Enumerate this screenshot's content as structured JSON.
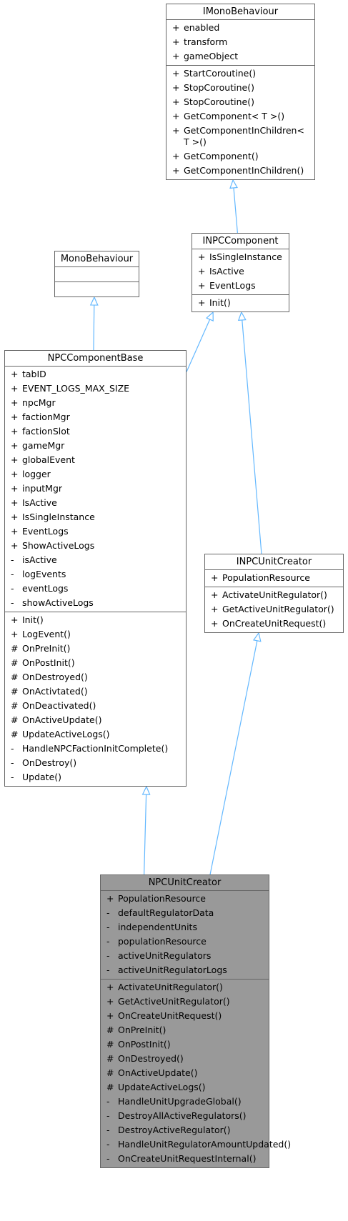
{
  "classes": [
    {
      "id": "imonobehaviour",
      "name": "IMonoBehaviour",
      "attributes": [
        {
          "vis": "+",
          "name": "enabled"
        },
        {
          "vis": "+",
          "name": "transform"
        },
        {
          "vis": "+",
          "name": "gameObject"
        }
      ],
      "methods": [
        {
          "vis": "+",
          "name": "StartCoroutine()"
        },
        {
          "vis": "+",
          "name": "StopCoroutine()"
        },
        {
          "vis": "+",
          "name": "StopCoroutine()"
        },
        {
          "vis": "+",
          "name": "GetComponent< T >()"
        },
        {
          "vis": "+",
          "name": "GetComponentInChildren< T >()"
        },
        {
          "vis": "+",
          "name": "GetComponent()"
        },
        {
          "vis": "+",
          "name": "GetComponentInChildren()"
        }
      ]
    },
    {
      "id": "inpccomponent",
      "name": "INPCComponent",
      "attributes": [
        {
          "vis": "+",
          "name": "IsSingleInstance"
        },
        {
          "vis": "+",
          "name": "IsActive"
        },
        {
          "vis": "+",
          "name": "EventLogs"
        }
      ],
      "methods": [
        {
          "vis": "+",
          "name": "Init()"
        }
      ]
    },
    {
      "id": "monobehaviour",
      "name": "MonoBehaviour",
      "attributes": [],
      "methods": []
    },
    {
      "id": "npccomponentbase",
      "name": "NPCComponentBase",
      "attributes": [
        {
          "vis": "+",
          "name": "tabID"
        },
        {
          "vis": "+",
          "name": "EVENT_LOGS_MAX_SIZE"
        },
        {
          "vis": "+",
          "name": "npcMgr"
        },
        {
          "vis": "+",
          "name": "factionMgr"
        },
        {
          "vis": "+",
          "name": "factionSlot"
        },
        {
          "vis": "+",
          "name": "gameMgr"
        },
        {
          "vis": "+",
          "name": "globalEvent"
        },
        {
          "vis": "+",
          "name": "logger"
        },
        {
          "vis": "+",
          "name": "inputMgr"
        },
        {
          "vis": "+",
          "name": "IsActive"
        },
        {
          "vis": "+",
          "name": "IsSingleInstance"
        },
        {
          "vis": "+",
          "name": "EventLogs"
        },
        {
          "vis": "+",
          "name": "ShowActiveLogs"
        },
        {
          "vis": "-",
          "name": "isActive"
        },
        {
          "vis": "-",
          "name": "logEvents"
        },
        {
          "vis": "-",
          "name": "eventLogs"
        },
        {
          "vis": "-",
          "name": "showActiveLogs"
        }
      ],
      "methods": [
        {
          "vis": "+",
          "name": "Init()"
        },
        {
          "vis": "+",
          "name": "LogEvent()"
        },
        {
          "vis": "#",
          "name": "OnPreInit()"
        },
        {
          "vis": "#",
          "name": "OnPostInit()"
        },
        {
          "vis": "#",
          "name": "OnDestroyed()"
        },
        {
          "vis": "#",
          "name": "OnActivtated()"
        },
        {
          "vis": "#",
          "name": "OnDeactivated()"
        },
        {
          "vis": "#",
          "name": "OnActiveUpdate()"
        },
        {
          "vis": "#",
          "name": "UpdateActiveLogs()"
        },
        {
          "vis": "-",
          "name": "HandleNPCFactionInitComplete()"
        },
        {
          "vis": "-",
          "name": "OnDestroy()"
        },
        {
          "vis": "-",
          "name": "Update()"
        }
      ]
    },
    {
      "id": "inpcunitcreator",
      "name": "INPCUnitCreator",
      "attributes": [
        {
          "vis": "+",
          "name": "PopulationResource"
        }
      ],
      "methods": [
        {
          "vis": "+",
          "name": "ActivateUnitRegulator()"
        },
        {
          "vis": "+",
          "name": "GetActiveUnitRegulator()"
        },
        {
          "vis": "+",
          "name": "OnCreateUnitRequest()"
        }
      ]
    },
    {
      "id": "npcunitcreator",
      "name": "NPCUnitCreator",
      "attributes": [
        {
          "vis": "+",
          "name": "PopulationResource"
        },
        {
          "vis": "-",
          "name": "defaultRegulatorData"
        },
        {
          "vis": "-",
          "name": "independentUnits"
        },
        {
          "vis": "-",
          "name": "populationResource"
        },
        {
          "vis": "-",
          "name": "activeUnitRegulators"
        },
        {
          "vis": "-",
          "name": "activeUnitRegulatorLogs"
        }
      ],
      "methods": [
        {
          "vis": "+",
          "name": "ActivateUnitRegulator()"
        },
        {
          "vis": "+",
          "name": "GetActiveUnitRegulator()"
        },
        {
          "vis": "+",
          "name": "OnCreateUnitRequest()"
        },
        {
          "vis": "#",
          "name": "OnPreInit()"
        },
        {
          "vis": "#",
          "name": "OnPostInit()"
        },
        {
          "vis": "#",
          "name": "OnDestroyed()"
        },
        {
          "vis": "#",
          "name": "OnActiveUpdate()"
        },
        {
          "vis": "#",
          "name": "UpdateActiveLogs()"
        },
        {
          "vis": "-",
          "name": "HandleUnitUpgradeGlobal()"
        },
        {
          "vis": "-",
          "name": "DestroyAllActiveRegulators()"
        },
        {
          "vis": "-",
          "name": "DestroyActiveRegulator()"
        },
        {
          "vis": "-",
          "name": "HandleUnitRegulatorAmountUpdated()"
        },
        {
          "vis": "-",
          "name": "OnCreateUnitRequestInternal()"
        }
      ]
    }
  ],
  "edges": [
    {
      "from": "inpccomponent",
      "to": "imonobehaviour"
    },
    {
      "from": "npccomponentbase",
      "to": "monobehaviour"
    },
    {
      "from": "npccomponentbase",
      "to": "inpccomponent"
    },
    {
      "from": "inpcunitcreator",
      "to": "inpccomponent"
    },
    {
      "from": "npcunitcreator",
      "to": "npccomponentbase"
    },
    {
      "from": "npcunitcreator",
      "to": "inpcunitcreator"
    }
  ],
  "colors": {
    "edge": "#63b8ff",
    "border": "#666666",
    "focus_fill": "#999999"
  }
}
